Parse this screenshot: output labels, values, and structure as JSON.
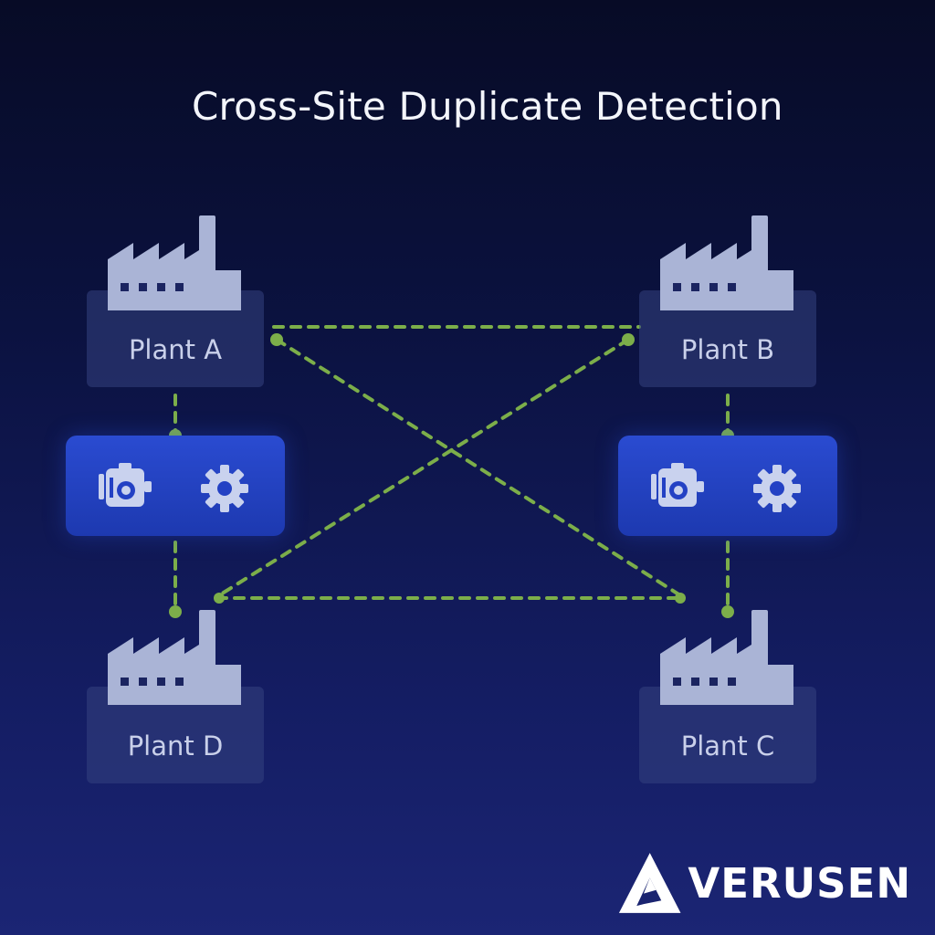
{
  "title": "Cross-Site Duplicate Detection",
  "plants": {
    "a": "Plant A",
    "b": "Plant B",
    "c": "Plant C",
    "d": "Plant D"
  },
  "equipment_icons": [
    "engine-icon",
    "gear-icon"
  ],
  "link_color": "#7cae4a",
  "brand": "VERUSEN"
}
